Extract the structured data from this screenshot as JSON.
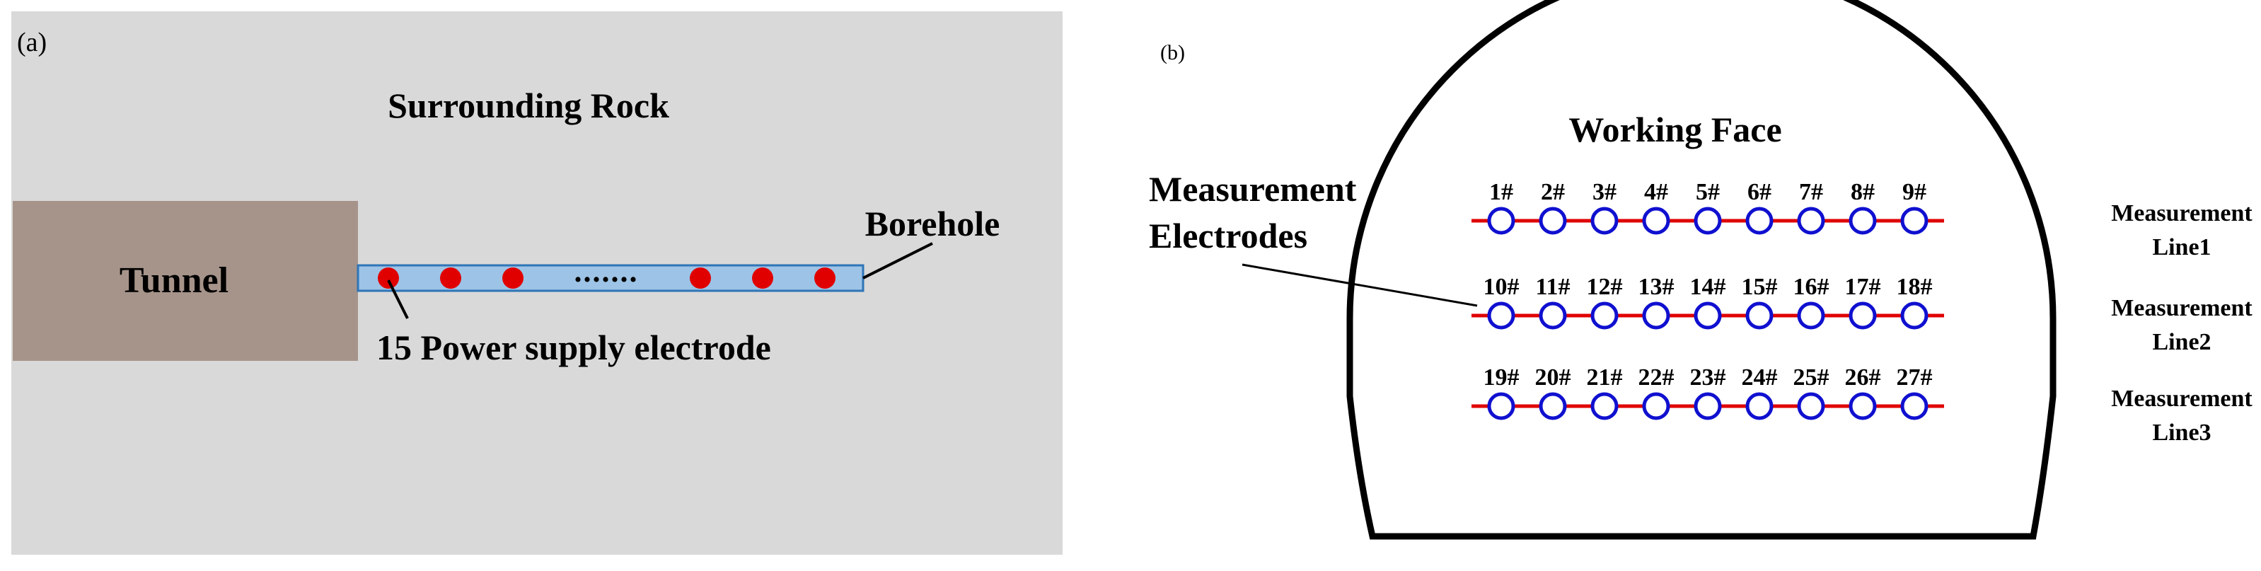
{
  "panel_a": {
    "label": "(a)",
    "surrounding_label": "Surrounding Rock",
    "tunnel_label": "Tunnel",
    "borehole_label": "Borehole",
    "ellipsis": ".......",
    "electrode_label": "15 Power supply electrode",
    "colors": {
      "background": "#d9d9d9",
      "tunnel": "#a6948a",
      "borehole_fill": "#9dc3e6",
      "borehole_stroke": "#2e75b6",
      "electrode": "#e00000"
    }
  },
  "panel_b": {
    "label": "(b)",
    "title": "Working Face",
    "electrodes_label": [
      "Measurement",
      "Electrodes"
    ],
    "lines": [
      {
        "label": [
          "Measurement",
          "Line1"
        ],
        "electrodes": [
          "1#",
          "2#",
          "3#",
          "4#",
          "5#",
          "6#",
          "7#",
          "8#",
          "9#"
        ]
      },
      {
        "label": [
          "Measurement",
          "Line2"
        ],
        "electrodes": [
          "10#",
          "11#",
          "12#",
          "13#",
          "14#",
          "15#",
          "16#",
          "17#",
          "18#"
        ]
      },
      {
        "label": [
          "Measurement",
          "Line3"
        ],
        "electrodes": [
          "19#",
          "20#",
          "21#",
          "22#",
          "23#",
          "24#",
          "25#",
          "26#",
          "27#"
        ]
      }
    ],
    "colors": {
      "line": "#e00000",
      "electrode_stroke": "#1010d0",
      "outline": "#000000"
    }
  }
}
